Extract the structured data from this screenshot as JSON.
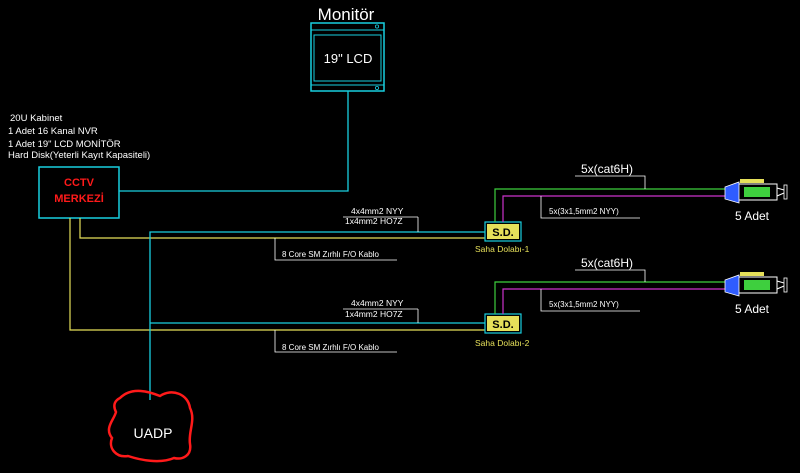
{
  "monitor": {
    "title": "Monitör",
    "screen_label": "19\" LCD"
  },
  "center": {
    "desc_lines": [
      "20U Kabinet",
      "1 Adet 16 Kanal NVR",
      "1 Adet 19\" LCD  MONİTÖR",
      "Hard Disk(Yeterli Kayıt Kapasiteli)"
    ],
    "name_line1": "CCTV",
    "name_line2": "MERKEZİ"
  },
  "cabinets": [
    {
      "badge": "S.D.",
      "label": "Saha Dolabı-1",
      "power_cable": "4x4mm2 NYY",
      "ground_cable": "1x4mm2 HO7Z",
      "fiber_cable": "8 Core SM Zırhlı F/O Kablo",
      "data_cable": "5x(cat6H)",
      "camera_power_cable": "5x(3x1,5mm2 NYY)",
      "camera_count": "5 Adet"
    },
    {
      "badge": "S.D.",
      "label": "Saha Dolabı-2",
      "power_cable": "4x4mm2 NYY",
      "ground_cable": "1x4mm2 HO7Z",
      "fiber_cable": "8 Core SM  Zırhlı F/O Kablo",
      "data_cable": "5x(cat6H)",
      "camera_power_cable": "5x(3x1,5mm2 NYY)",
      "camera_count": "5 Adet"
    }
  ],
  "uadp": {
    "label": "UADP"
  },
  "colors": {
    "cyan": "#19cfe0",
    "yellow": "#e6e05a",
    "green": "#3ecf3e",
    "magenta": "#cc33cc",
    "red": "#ff1a1a",
    "white": "#ffffff",
    "camera_blue": "#2f5cff"
  }
}
